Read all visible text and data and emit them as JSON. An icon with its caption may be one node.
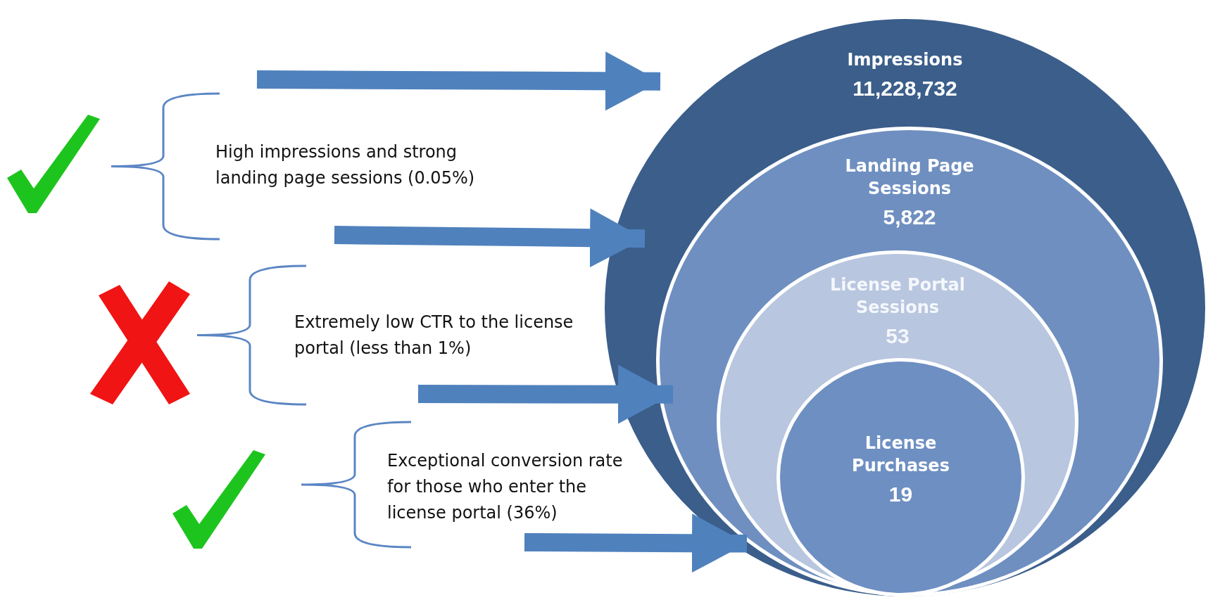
{
  "diagram": {
    "nodes": [
      {
        "text": [
          "Impressions",
          "11,228,732"
        ]
      },
      {
        "text": [
          "Landing Page Sessions",
          "5,822"
        ],
        "in": 0
      },
      {
        "text": [
          "License Portal Sessions",
          "53"
        ],
        "in": 1
      },
      {
        "text": [
          "License Purchases",
          "19"
        ],
        "in": 2
      }
    ],
    "edges": [
      {
        "from": null,
        "to": 0,
        "arrow": "to"
      },
      {
        "from": null,
        "to": 1,
        "arrow": "to"
      },
      {
        "from": null,
        "to": 2,
        "arrow": "to"
      },
      {
        "from": null,
        "to": 3,
        "arrow": "to"
      }
    ],
    "labels": [
      "High impressions and strong landing page sessions (0.05%)",
      "Extremely low CTR to the license portal (less than 1%)",
      "Exceptional conversion rate for those who enter the license portal (36%)"
    ]
  }
}
